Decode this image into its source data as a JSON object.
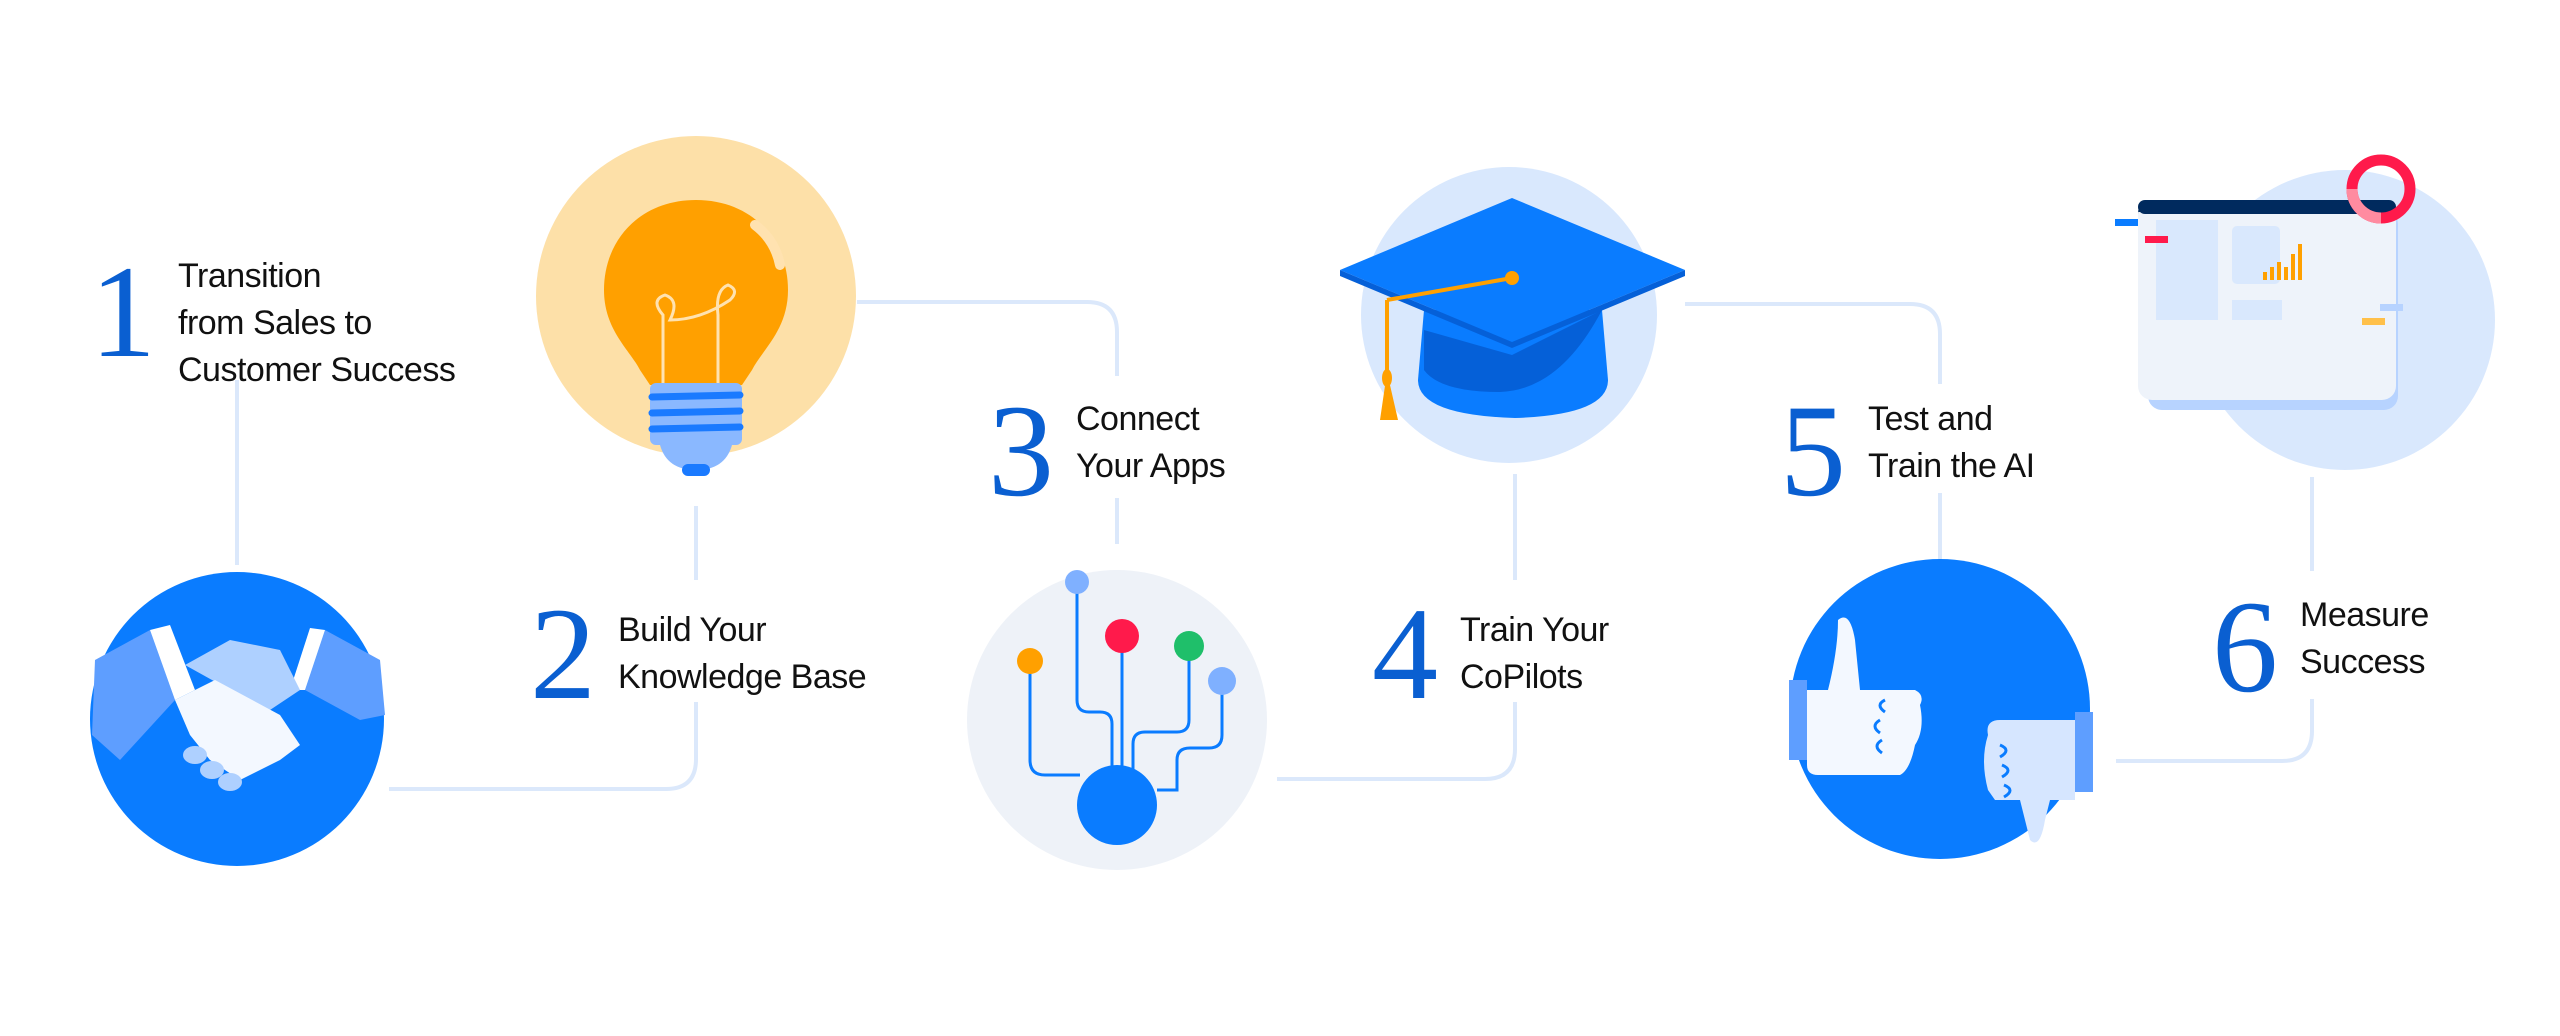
{
  "colors": {
    "primary_blue": "#0a7cff",
    "numeral_blue": "#0a5fd1",
    "light_blue": "#d9e8fd",
    "connector": "#dbe8fb",
    "bulb_glow": "#fde0a8",
    "orange": "#ffa000",
    "red": "#ff1a4b",
    "green": "#1fbf6a",
    "navy": "#002a5e"
  },
  "steps": [
    {
      "number": "1",
      "lines": [
        "Transition",
        "from Sales to",
        "Customer Success"
      ],
      "icon": "handshake-icon"
    },
    {
      "number": "2",
      "lines": [
        "Build Your",
        "Knowledge Base"
      ],
      "icon": "lightbulb-icon"
    },
    {
      "number": "3",
      "lines": [
        "Connect",
        "Your Apps"
      ],
      "icon": "connected-nodes-icon"
    },
    {
      "number": "4",
      "lines": [
        "Train Your",
        "CoPilots"
      ],
      "icon": "graduation-cap-icon"
    },
    {
      "number": "5",
      "lines": [
        "Test and",
        "Train the AI"
      ],
      "icon": "thumbs-up-down-icon"
    },
    {
      "number": "6",
      "lines": [
        "Measure",
        "Success"
      ],
      "icon": "analytics-dashboard-icon"
    }
  ]
}
